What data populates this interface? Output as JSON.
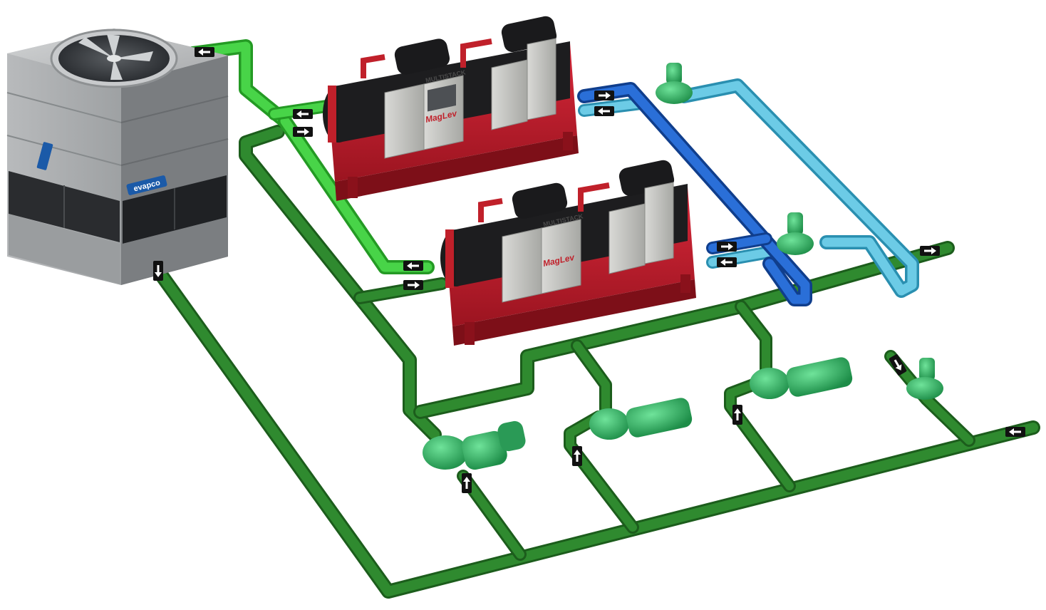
{
  "labels": {
    "tower_brand": "evapco",
    "chiller_brand": "MULTISTACK",
    "chiller_model": "MagLev"
  },
  "colors": {
    "condenser_water_light": "#3ec43e",
    "condenser_water_dark": "#2e7d2e",
    "chilled_supply": "#1e5fc8",
    "chilled_return": "#5cc4e0",
    "chiller_frame": "#c0202a",
    "pump_green": "#2fbf6a",
    "tower_gray": "#9a9c9e"
  },
  "icons": [
    "fan-icon",
    "flow-arrow-icon",
    "pump-icon",
    "compressor-icon",
    "control-panel-icon"
  ]
}
